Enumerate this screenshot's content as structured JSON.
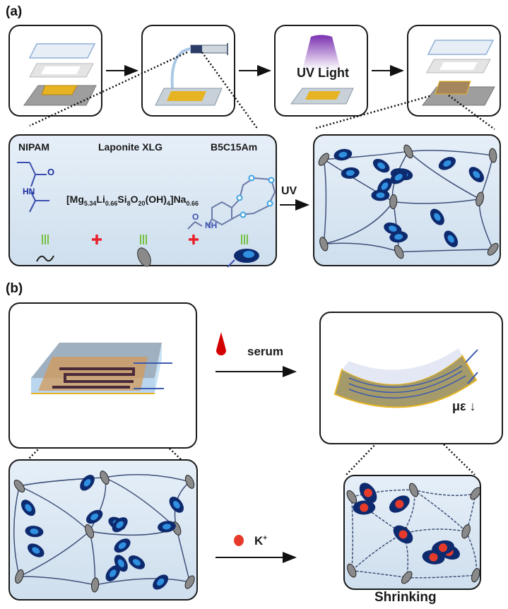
{
  "panels": {
    "a": {
      "label": "(a)",
      "steps": [
        {
          "name": "exploded-device-assembly"
        },
        {
          "name": "syringe-injection"
        },
        {
          "name": "uv-curing",
          "text": "UV Light"
        },
        {
          "name": "assembled-device"
        }
      ],
      "components": {
        "nipam": {
          "name": "NIPAM",
          "atoms": {
            "o": "O",
            "hn": "HN"
          }
        },
        "laponite": {
          "name": "Laponite XLG",
          "formula": {
            "open": "[Mg",
            "s1": "5.34",
            "li": "Li",
            "s2": "0.66",
            "si": "Si",
            "s3": "8",
            "o": "O",
            "s4": "20",
            "oh": "(OH)",
            "s5": "4",
            "na": "]Na",
            "s6": "0.66"
          }
        },
        "b5c15am": {
          "name": "B5C15Am",
          "atoms": {
            "o": "O",
            "nh": "NH"
          }
        },
        "operators": {
          "plus": "+",
          "equiv": "≡"
        }
      },
      "reaction_arrow_label": "UV"
    },
    "b": {
      "label": "(b)",
      "serum_label": "serum",
      "strain_label": "με ↓",
      "ion_label": "K",
      "ion_charge": "+",
      "caption": "Shrinking"
    }
  },
  "colors": {
    "outline": "#1a1a1a",
    "gel_bg": "#dbe7f3",
    "molecule_blue": "#3b4fb0",
    "crown_o": "#3fa3e0",
    "equiv_green": "#74c043",
    "plus_red": "#e8202a",
    "serum_red": "#d30000",
    "uv_purple": "#8a3fb8",
    "electrode_gold": "#e6b422",
    "crosslinker_gray": "#7a7a7a",
    "cluster_dark": "#0e2a6e",
    "cluster_light": "#2f8fe0",
    "potassium_red": "#e63a2a"
  }
}
